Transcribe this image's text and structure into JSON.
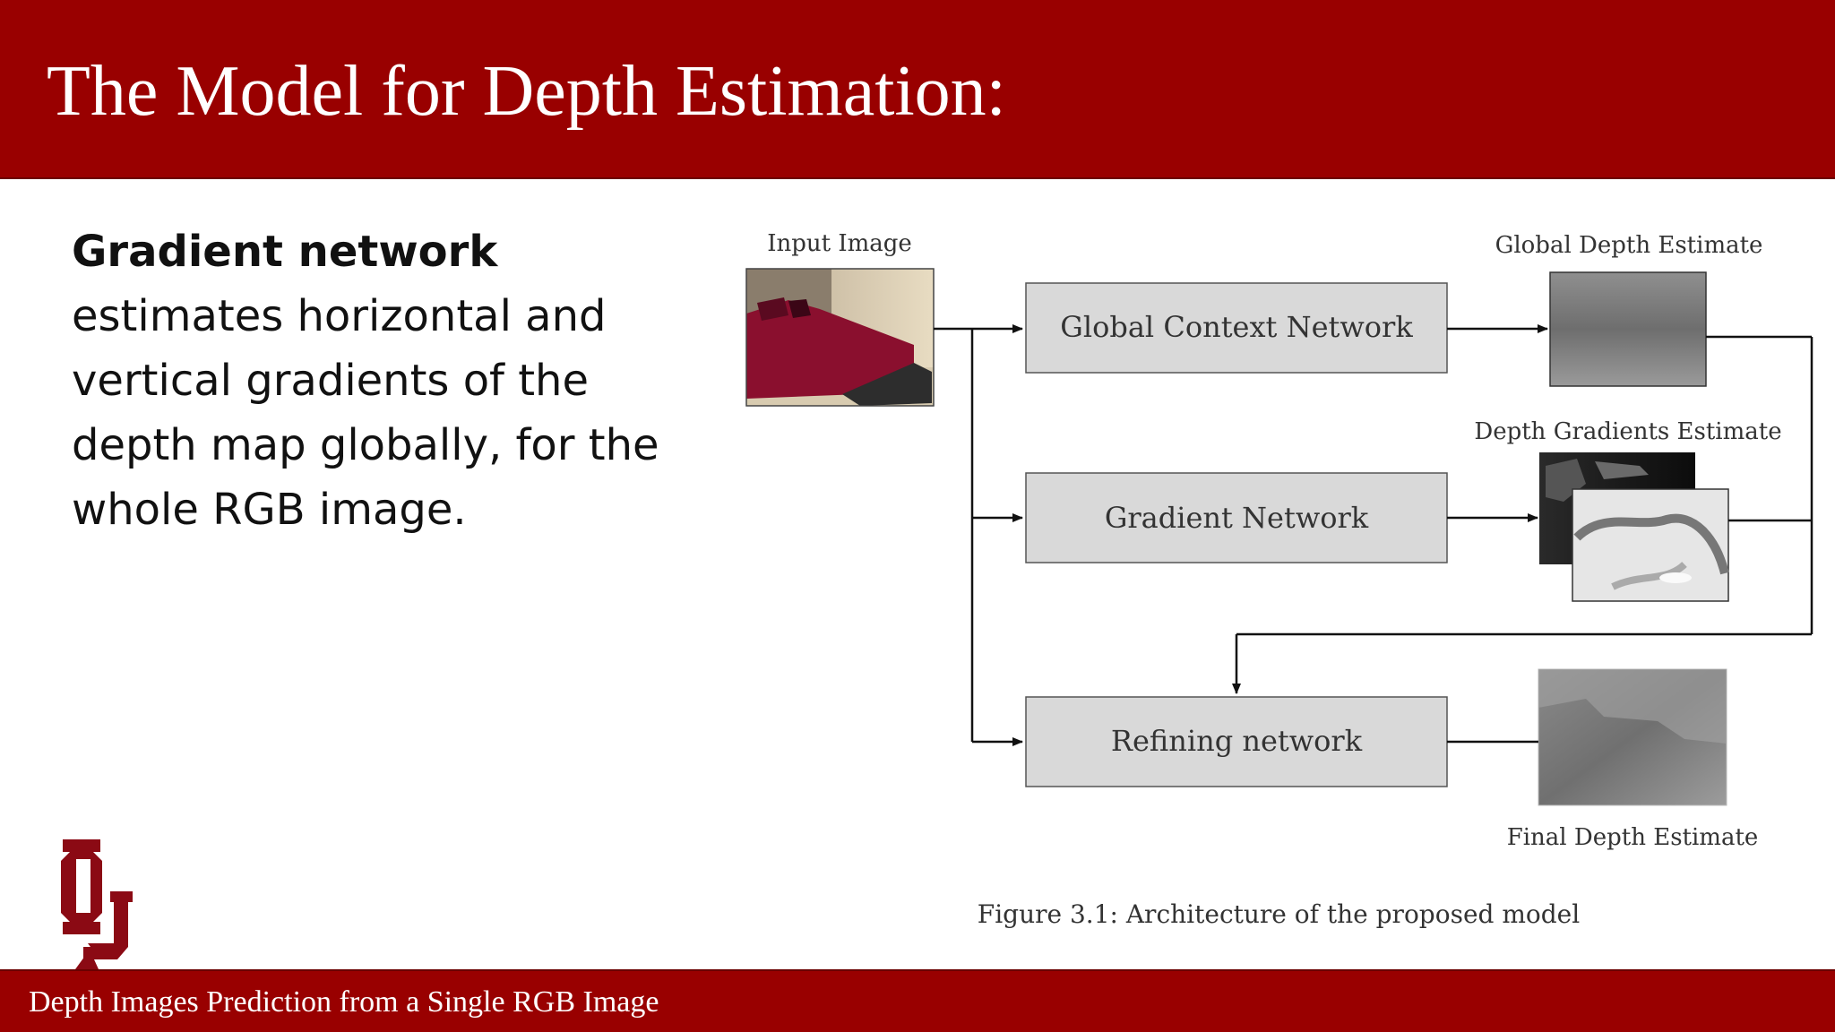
{
  "slide": {
    "title": "The Model for Depth Estimation:",
    "footer": "Depth Images Prediction from a Single RGB Image",
    "body": {
      "bold_lead": "Gradient network",
      "text": "estimates horizontal and vertical gradients of the depth map globally, for the whole RGB image."
    },
    "logo": "ou-logo"
  },
  "diagram": {
    "input_label": "Input Image",
    "global_label": "Global Depth Estimate",
    "gradients_label": "Depth Gradients Estimate",
    "final_label": "Final Depth Estimate",
    "box_global": "Global Context Network",
    "box_gradient": "Gradient Network",
    "box_refining": "Refining network",
    "caption": "Figure 3.1: Architecture of the proposed model"
  },
  "colors": {
    "brand": "#990000",
    "box_fill": "#d9d9d9",
    "line": "#111111"
  }
}
